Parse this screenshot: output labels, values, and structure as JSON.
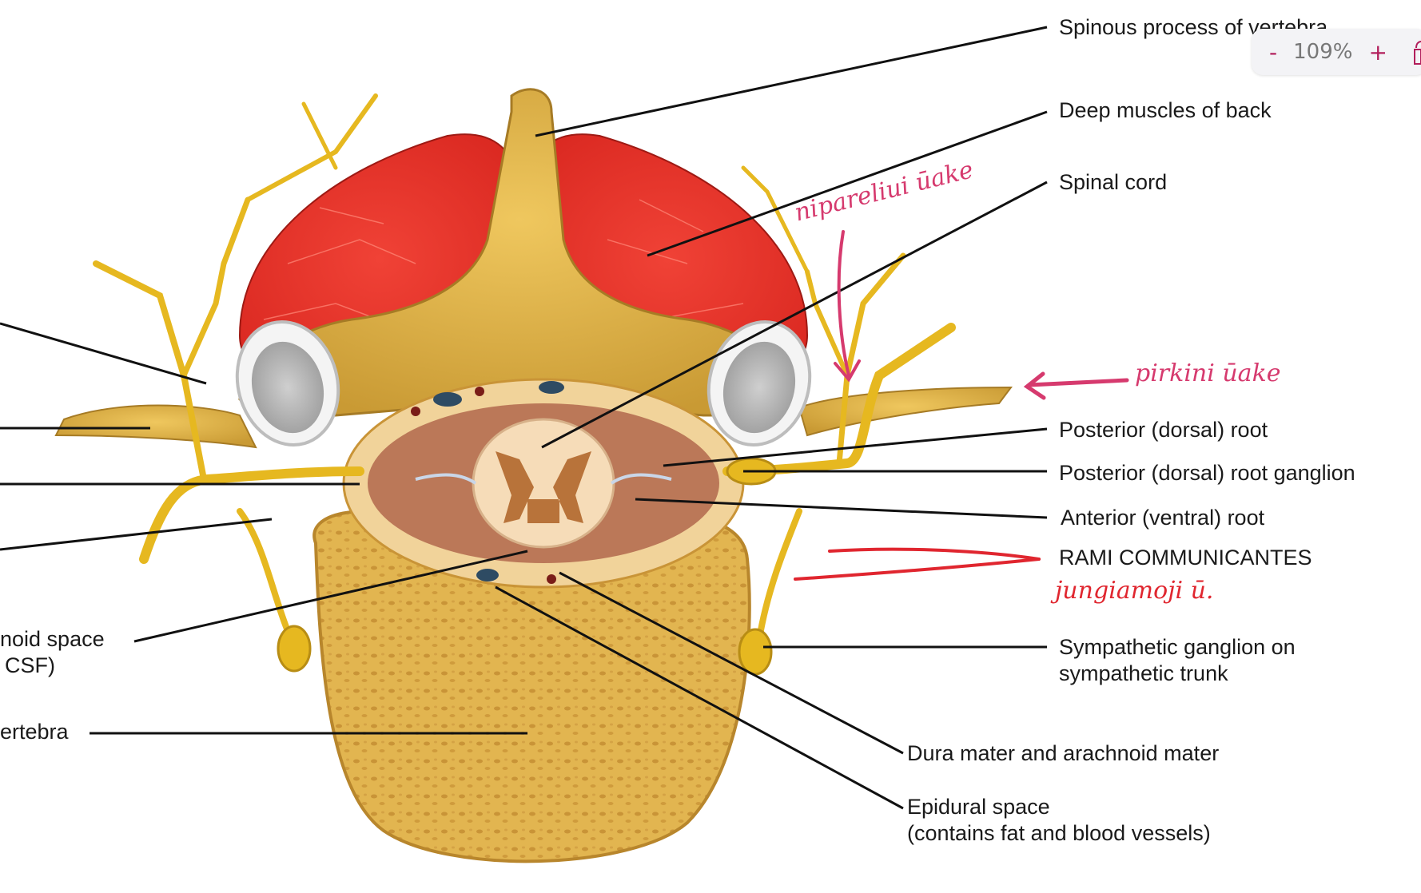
{
  "labels": {
    "spinous_process": "Spinous process of vertebra",
    "deep_muscles": "Deep muscles of back",
    "spinal_cord": "Spinal cord",
    "posterior_root": "Posterior (dorsal) root",
    "posterior_root_ganglion": "Posterior (dorsal) root ganglion",
    "anterior_root": "Anterior (ventral) root",
    "rami": "RAMI COMMUNICANTES",
    "sympathetic_ganglion_1": "Sympathetic ganglion on",
    "sympathetic_ganglion_2": "sympathetic trunk",
    "dura": "Dura mater and arachnoid mater",
    "epidural_1": "Epidural space",
    "epidural_2": "(contains fat and blood vessels)",
    "subarachnoid_1": "noid space",
    "subarachnoid_2": "CSF)",
    "vertebra_body": "ertebra"
  },
  "handwriting": {
    "note_top": "nipareliui ūake",
    "note_right": "pirkini ūake",
    "note_rami": "jungiamoji ū."
  },
  "zoom": {
    "minus": "-",
    "value": "109%",
    "plus": "+"
  },
  "colors": {
    "muscle": "#e8332a",
    "bone": "#e0b54d",
    "nerve": "#e6b820",
    "cord": "#f6dcb8",
    "grey_matter": "#b8733a",
    "annotation_pink": "#d63a6e",
    "annotation_red": "#e0262f"
  }
}
